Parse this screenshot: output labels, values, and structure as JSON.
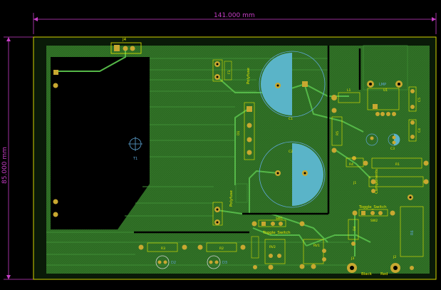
{
  "dimensions": {
    "width_label": "141.000 mm",
    "height_label": "85.000 mm"
  },
  "silkscreen_labels": {
    "j4": "J4",
    "t1": "T1",
    "f1": "F1",
    "polyfuse_top": "Polyfuse",
    "polyfuse_bottom": "Polyfuse",
    "d1": "D1",
    "c1": "C1",
    "c2": "C2",
    "l1": "L1",
    "u1": "U1",
    "ic_ref": "LMP",
    "c5": "C5",
    "c4": "C4",
    "c3": "C3",
    "r5": "R5",
    "r4": "R4",
    "r1": "R1",
    "j1": "J1",
    "components": "Components",
    "sw1": "SW1",
    "toggle_switch_1": "Toggle_Switch",
    "toggle_switch_2": "Toggle_Switch",
    "sw2": "SW2",
    "d4": "D4",
    "r6": "R6",
    "r3": "R3",
    "r2": "R2",
    "d2": "D2",
    "d3": "D3",
    "rv2": "RV2",
    "rv1": "RV1",
    "j2": "J2",
    "j3": "J3",
    "black": "Black",
    "red": "Red"
  },
  "colors": {
    "background": "#000000",
    "board_edge": "#d4d400",
    "copper_fill": "#2c6a22",
    "copper_dark": "#1f5319",
    "track": "#46a53c",
    "silkscreen": "#e6e600",
    "pad": "#c8a830",
    "dimension": "#c83ec8",
    "capacitor": "#5ab4c8"
  }
}
